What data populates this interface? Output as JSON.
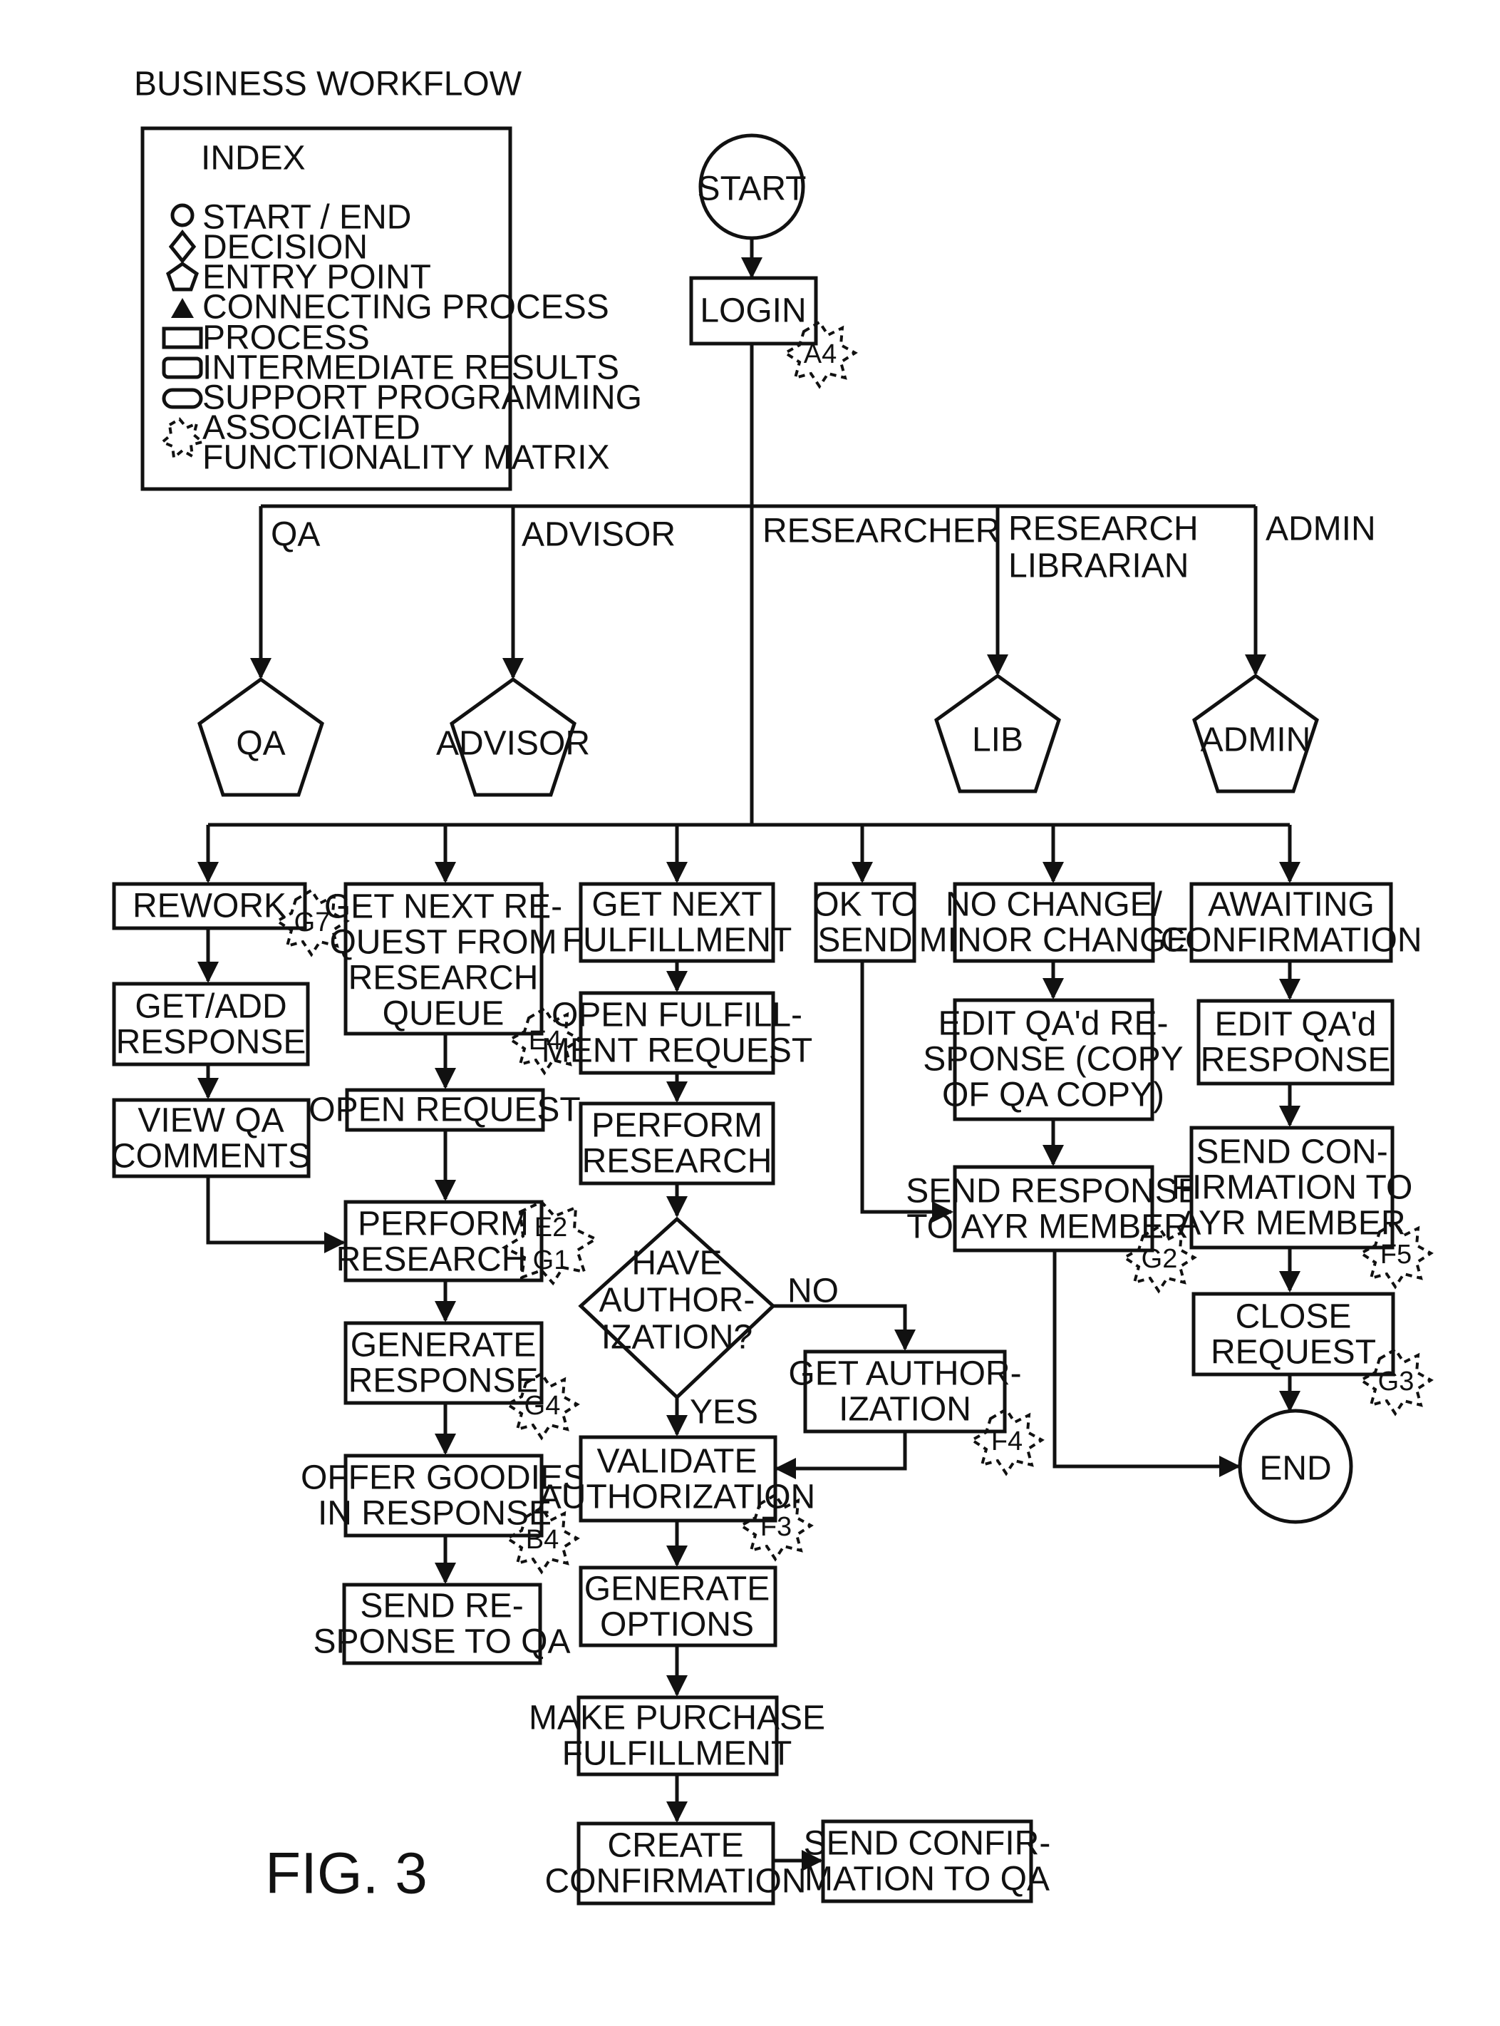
{
  "title": "BUSINESS WORKFLOW",
  "figure_label": "FIG. 3",
  "legend": {
    "title": "INDEX",
    "items": [
      "START / END",
      "DECISION",
      "ENTRY POINT",
      "CONNECTING PROCESS",
      "PROCESS",
      "INTERMEDIATE RESULTS",
      "SUPPORT PROGRAMMING",
      "ASSOCIATED",
      "FUNCTIONALITY MATRIX"
    ]
  },
  "nodes": {
    "start": "START",
    "end": "END",
    "login": "LOGIN"
  },
  "branches": {
    "qa": "QA",
    "advisor": "ADVISOR",
    "researcher": "RESEARCHER",
    "research_librarian": [
      "RESEARCH",
      "LIBRARIAN"
    ],
    "admin": "ADMIN",
    "no": "NO",
    "yes": "YES"
  },
  "entry_points": [
    "QA",
    "ADVISOR",
    "LIB",
    "ADMIN"
  ],
  "qa_column": [
    [
      "REWORK"
    ],
    [
      "GET/ADD",
      "RESPONSE"
    ],
    [
      "VIEW QA",
      "COMMENTS"
    ]
  ],
  "advisor_column": [
    [
      "GET NEXT RE-",
      "QUEST FROM",
      "RESEARCH",
      "QUEUE"
    ],
    [
      "OPEN REQUEST"
    ],
    [
      "PERFORM",
      "RESEARCH"
    ],
    [
      "GENERATE",
      "RESPONSE"
    ],
    [
      "OFFER GOODIES",
      "IN RESPONSE"
    ],
    [
      "SEND RE-",
      "SPONSE TO QA"
    ]
  ],
  "researcher_column": [
    [
      "GET NEXT",
      "FULFILLMENT"
    ],
    [
      "OPEN FULFILL-",
      "MENT REQUEST"
    ],
    [
      "PERFORM",
      "RESEARCH"
    ],
    [
      "HAVE",
      "AUTHOR-",
      "IZATION?"
    ],
    [
      "VALIDATE",
      "AUTHORIZATION"
    ],
    [
      "GENERATE",
      "OPTIONS"
    ],
    [
      "MAKE PURCHASE",
      "FULFILLMENT"
    ],
    [
      "CREATE",
      "CONFIRMATION"
    ],
    [
      "SEND CONFIR-",
      "MATION TO QA"
    ],
    [
      "GET AUTHOR-",
      "IZATION"
    ]
  ],
  "ok_column": [
    [
      "OK TO",
      "SEND"
    ]
  ],
  "librarian_column": [
    [
      "NO CHANGE/",
      "MINOR CHANGE"
    ],
    [
      "EDIT QA'd RE-",
      "SPONSE (COPY",
      "OF QA COPY)"
    ],
    [
      "SEND RESPONSE",
      "TO AYR MEMBER"
    ]
  ],
  "admin_column": [
    [
      "AWAITING",
      "CONFIRMATION"
    ],
    [
      "EDIT QA'd",
      "RESPONSE"
    ],
    [
      "SEND CON-",
      "FIRMATION TO",
      "AYR MEMBER"
    ],
    [
      "CLOSE",
      "REQUEST"
    ]
  ],
  "badges": [
    "A4",
    "G7",
    "E4",
    "E2",
    "G1",
    "G4",
    "B4",
    "F3",
    "F4",
    "G2",
    "F5",
    "G3"
  ]
}
